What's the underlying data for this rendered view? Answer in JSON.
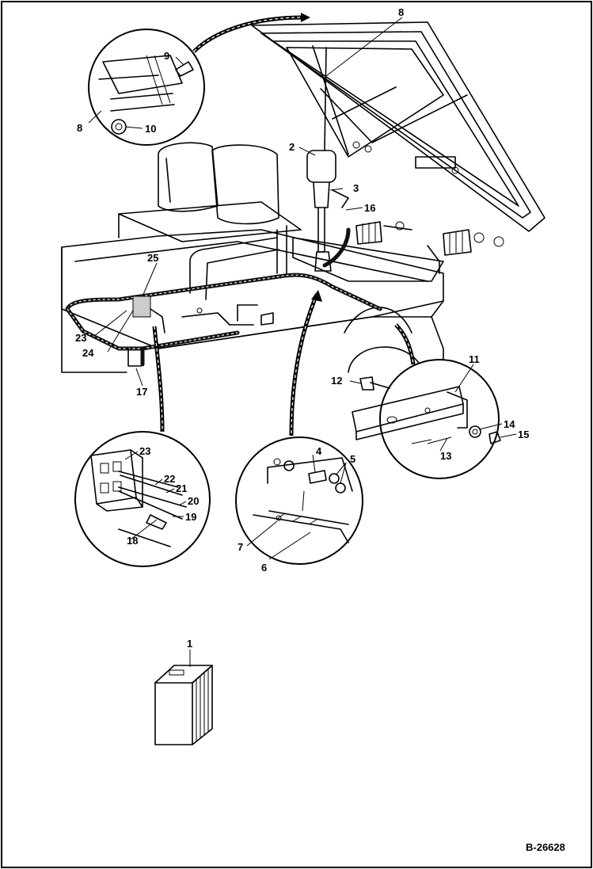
{
  "document": {
    "reference_code": "B-26628"
  },
  "callouts": [
    "1",
    "2",
    "3",
    "4",
    "5",
    "6",
    "7",
    "8",
    "8",
    "9",
    "10",
    "11",
    "12",
    "13",
    "14",
    "15",
    "16",
    "17",
    "18",
    "19",
    "20",
    "21",
    "22",
    "23",
    "23",
    "24",
    "25"
  ]
}
